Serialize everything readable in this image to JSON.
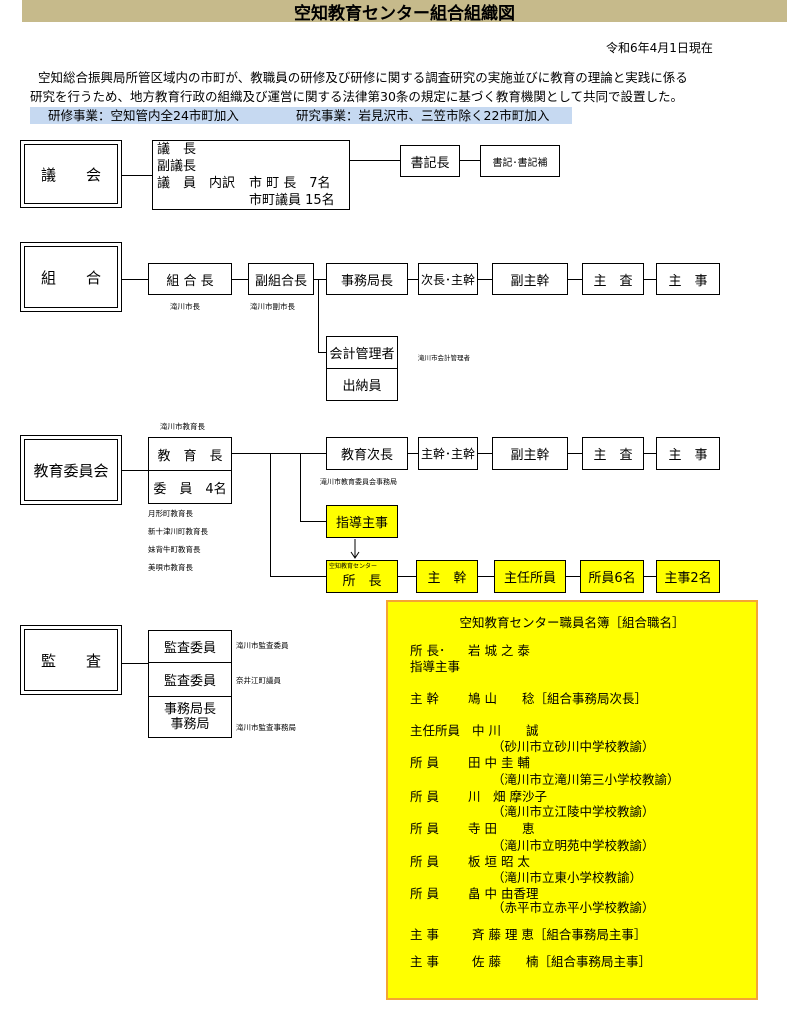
{
  "title": "空知教育センター組合組織図",
  "as_of": "令和6年4月1日現在",
  "intro": [
    "空知総合振興局所管区域内の市町が、教職員の研修及び研修に関する調査研究の実施並びに教育の理論と実践に係る",
    "研究を行うため、地方教育行政の組織及び運営に関する法律第30条の規定に基づく教育機関として共同で設置した。"
  ],
  "projects": {
    "training": "研修事業：空知管内全24市町加入",
    "research": "研究事業：岩見沢市、三笠市除く22市町加入"
  },
  "assembly": {
    "label": "議　　会",
    "chair": "議　長",
    "vice_chair": "副議長",
    "members_label": "議　員　内訳",
    "members_breakdown": [
      "市 町 長　7名",
      "市町議員 15名"
    ],
    "secretary_chief": "書記長",
    "secretaries": "書記･書記補"
  },
  "union": {
    "label": "組　　合",
    "chain": [
      "組 合 長",
      "副組合長",
      "事務局長",
      "次長･主幹",
      "副主幹",
      "主　査",
      "主　事"
    ],
    "head_note": "滝川市長",
    "vice_note": "滝川市副市長",
    "accounting": [
      "会計管理者",
      "出納員"
    ],
    "accounting_note": "滝川市会計管理者"
  },
  "board": {
    "label": "教育委員会",
    "superintendent": "教　育　長",
    "superintendent_note": "滝川市教育長",
    "members": "委　員　4名",
    "member_notes": [
      "月形町教育長",
      "新十津川町教育長",
      "妹背牛町教育長",
      "美唄市教育長"
    ],
    "secretariat_chain": [
      "教育次長",
      "主幹･主幹",
      "副主幹",
      "主　査",
      "主　事"
    ],
    "secretariat_note": "滝川市教育委員会事務局",
    "advisor": "指導主事",
    "center_label": "空知教育センター",
    "center_chain": [
      "所　長",
      "主　幹",
      "主任所員",
      "所員6名",
      "主事2名"
    ]
  },
  "audit": {
    "label": "監　　査",
    "roles": [
      "監査委員",
      "監査委員",
      "事務局長",
      "事務局"
    ],
    "notes": [
      "滝川市監査委員",
      "奈井江町議員",
      "滝川市監査事務局"
    ]
  },
  "roster": {
    "title": "空知教育センター職員名簿［組合職名］",
    "director": {
      "role": "所 長･",
      "role2": "指導主事",
      "name": "岩 城 之 泰"
    },
    "members": [
      {
        "role": "主 幹",
        "name": "鳩 山　　稔",
        "note": "［組合事務局次長］"
      },
      {
        "role": "主任所員",
        "name": "中 川　　誠",
        "affiliation": "（砂川市立砂川中学校教諭）"
      },
      {
        "role": "所 員",
        "name": "田 中 圭 輔",
        "affiliation": "（滝川市立滝川第三小学校教諭）"
      },
      {
        "role": "所 員",
        "name": "川　畑 摩沙子",
        "affiliation": "（滝川市立江陵中学校教諭）"
      },
      {
        "role": "所 員",
        "name": "寺 田　　恵",
        "affiliation": "（滝川市立明苑中学校教諭）"
      },
      {
        "role": "所 員",
        "name": "板 垣 昭 太",
        "affiliation": "（滝川市立東小学校教諭）"
      },
      {
        "role": "所 員",
        "name": "畠 中 由香理",
        "affiliation": "（赤平市立赤平小学校教諭）"
      },
      {
        "role": "主 事",
        "name": "斉 藤 理 恵",
        "note": "［組合事務局主事］"
      },
      {
        "role": "主 事",
        "name": "佐 藤　　楠",
        "note": "［組合事務局主事］"
      }
    ]
  },
  "colors": {
    "title_bar": "#c6ba8b",
    "project_bar": "#c6d9f1",
    "highlight": "#ffff00",
    "roster_border": "#f4a534"
  }
}
